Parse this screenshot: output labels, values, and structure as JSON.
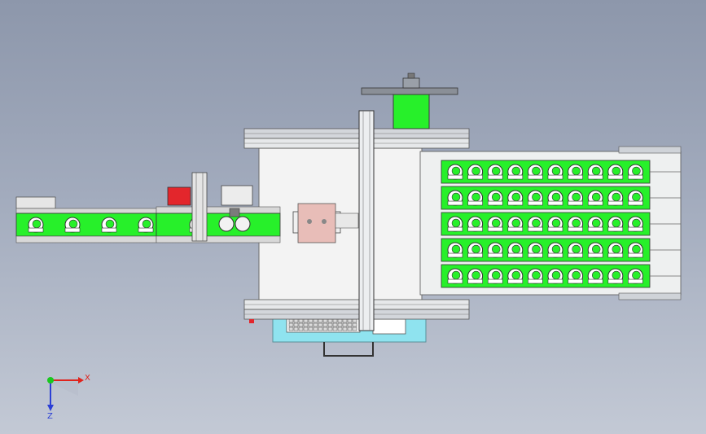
{
  "axes": {
    "x_label": "X",
    "z_label": "Z",
    "x_color": "#e0231c",
    "z_color": "#2b3fd6",
    "origin_color": "#19c81f"
  },
  "colors": {
    "background_top": "#8d97ab",
    "background_bottom": "#c3c9d5",
    "fixture_green": "#27f02a",
    "frame_white": "#f3f3f3",
    "rail_grey": "#c8ccd2",
    "control_cyan": "#8fe3ef",
    "red_block": "#e3262c",
    "plate_pink": "#e8bdb8"
  },
  "layout": {
    "tray_rows": 5,
    "tray_cols": 10,
    "infeed_holes": 4,
    "mid_holes": 3
  }
}
